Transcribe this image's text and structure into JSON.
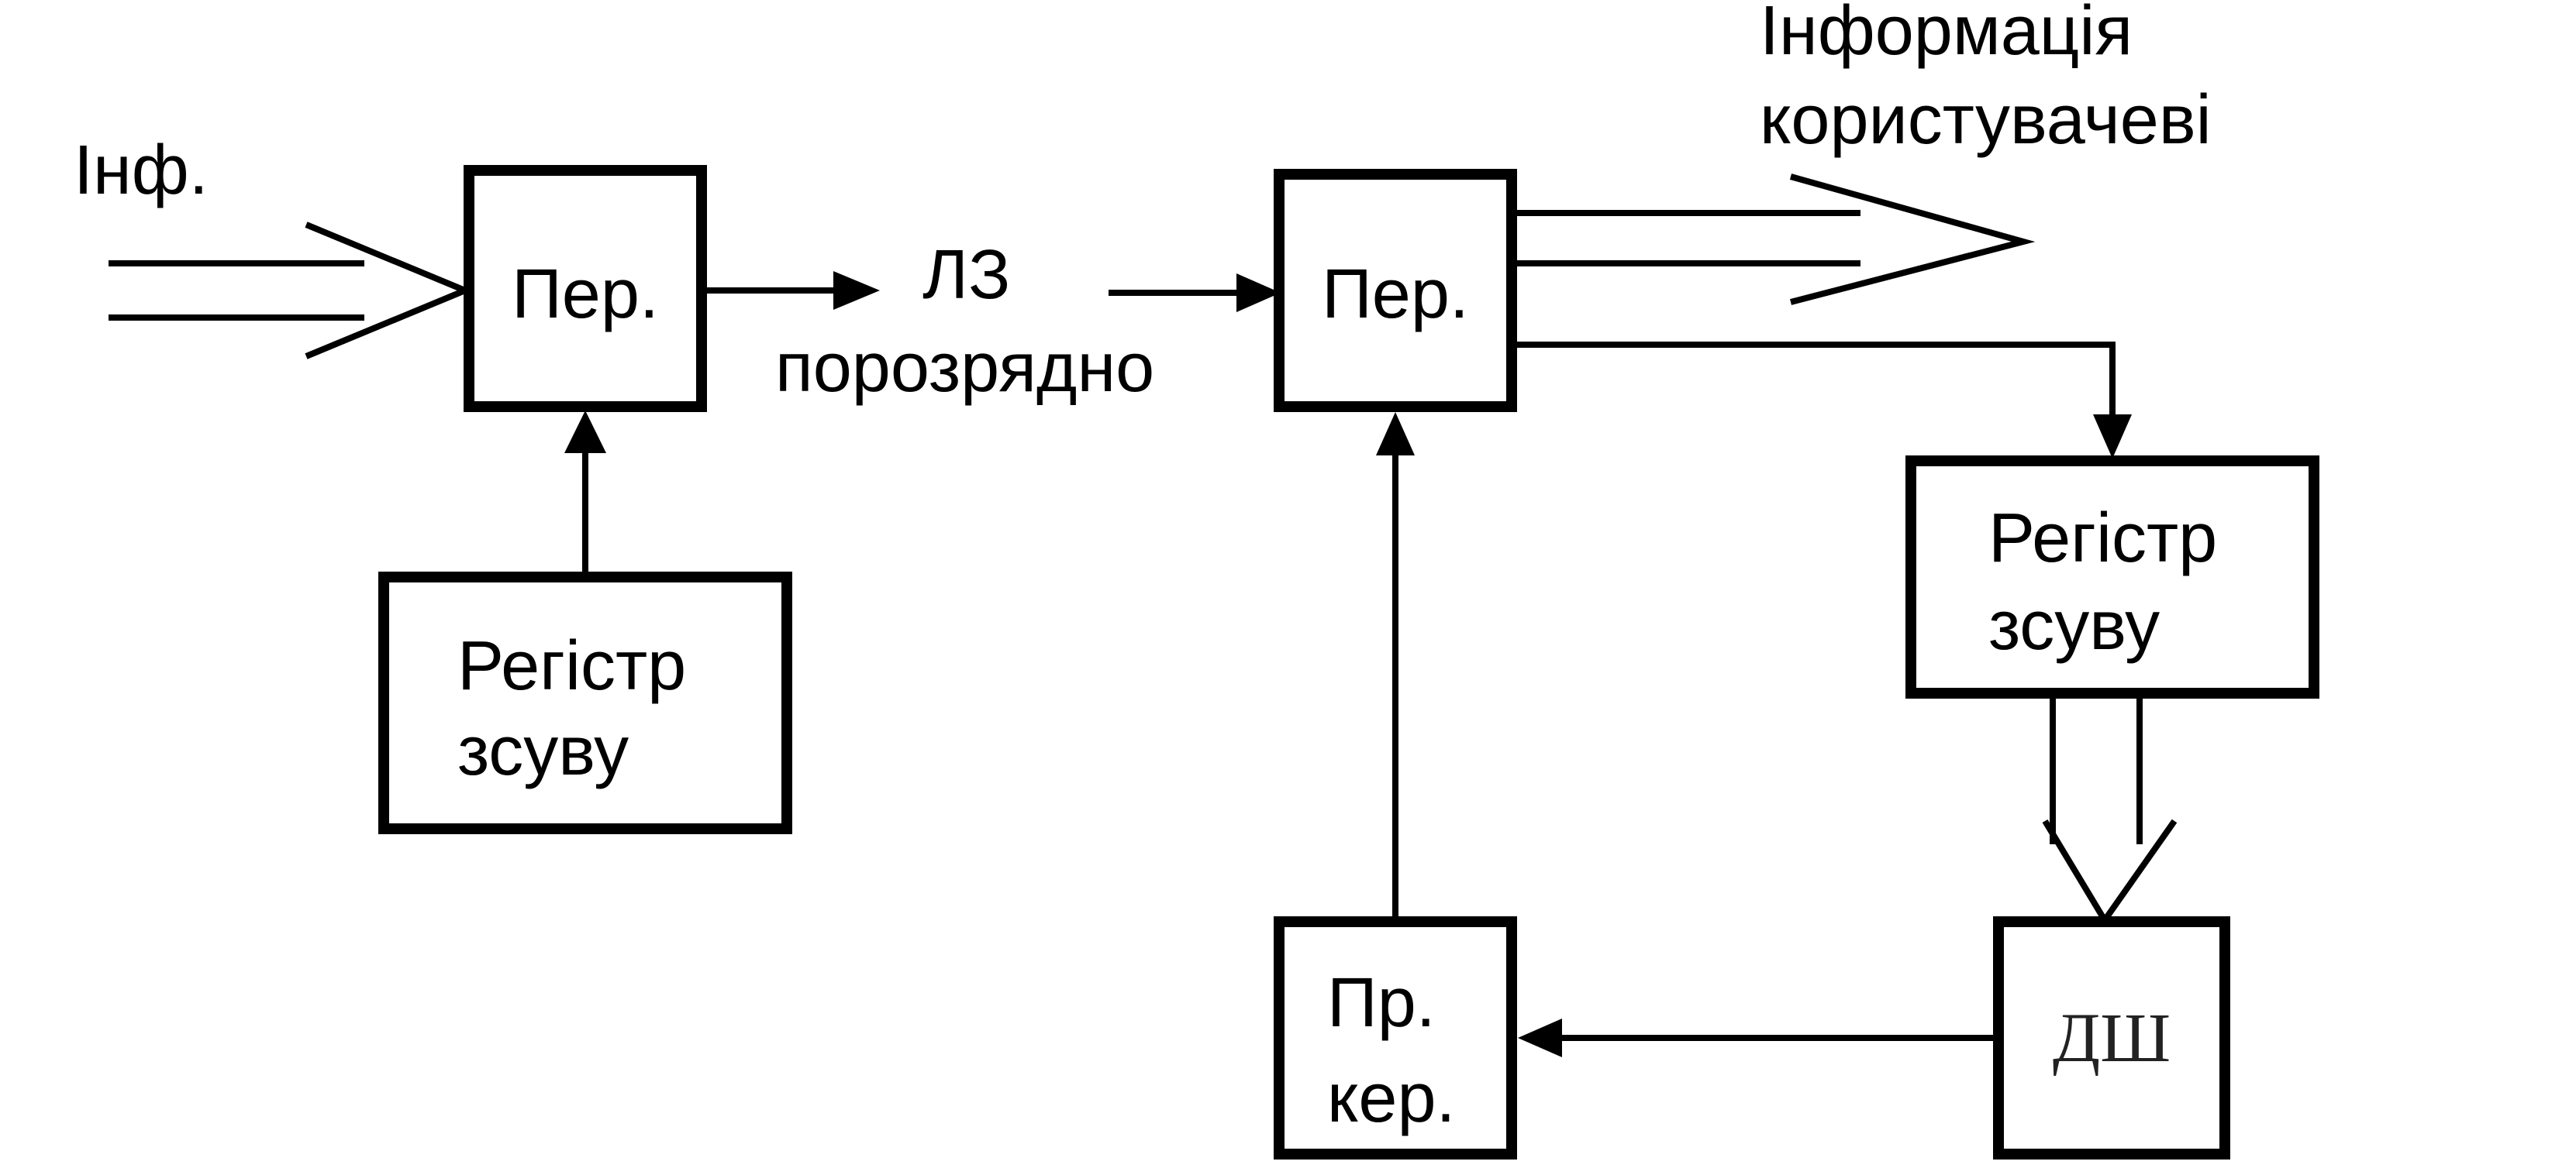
{
  "labels": {
    "inf_in": "Інф.",
    "per_left": "Пер.",
    "register_left_line1": "Регістр",
    "register_left_line2": "зсуву",
    "lz_line1": "ЛЗ",
    "lz_line2": "порозрядно",
    "per_right": "Пер.",
    "info_user_line1": "Інформація",
    "info_user_line2": "користувачеві",
    "register_right_line1": "Регістр",
    "register_right_line2": "зсуву",
    "dsh": "ДШ",
    "pr_ker_line1": "Пр.",
    "pr_ker_line2": "кер."
  }
}
